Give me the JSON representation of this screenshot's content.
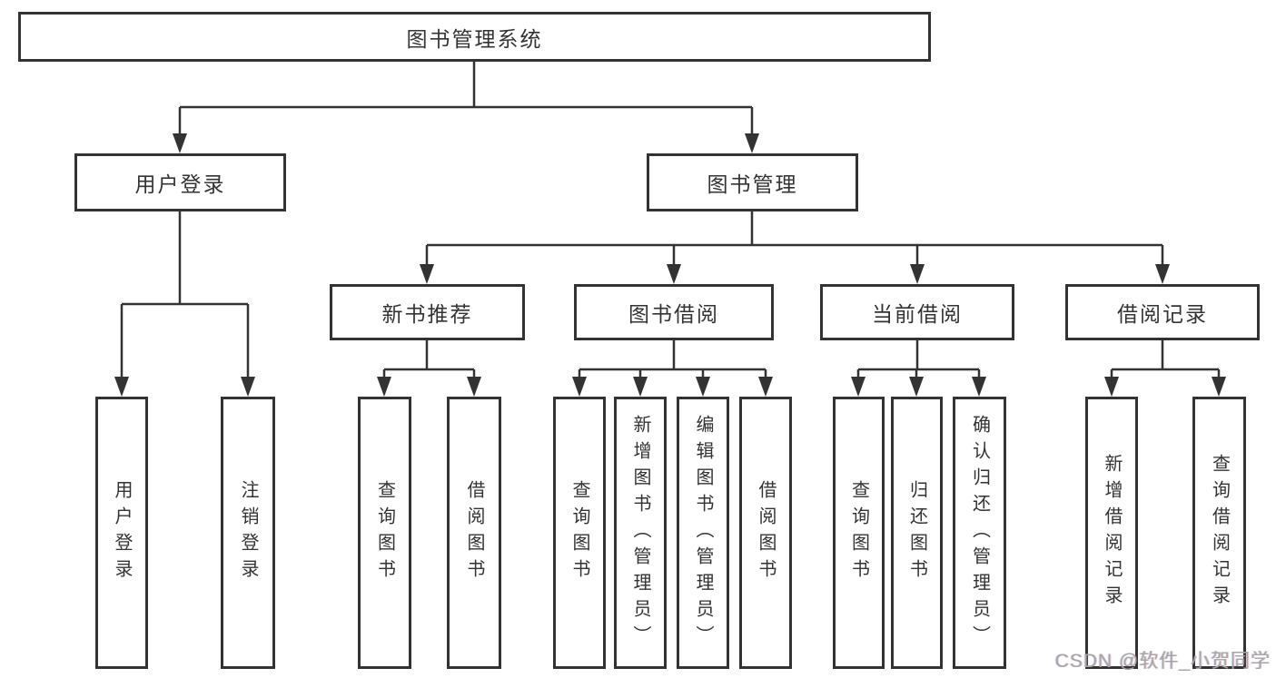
{
  "colors": {
    "line": "#333333",
    "box_border": "#333333",
    "text": "#333333",
    "background": "#ffffff",
    "watermark": "#a6a6a6"
  },
  "watermark": {
    "text": "CSDN @软件_小贺同学"
  },
  "tree": {
    "root": {
      "label": "图书管理系统",
      "children": [
        {
          "label": "用户登录",
          "children": [
            {
              "label": "用户登录"
            },
            {
              "label": "注销登录"
            }
          ]
        },
        {
          "label": "图书管理",
          "children": [
            {
              "label": "新书推荐",
              "children": [
                {
                  "label": "查询图书"
                },
                {
                  "label": "借阅图书"
                }
              ]
            },
            {
              "label": "图书借阅",
              "children": [
                {
                  "label": "查询图书"
                },
                {
                  "label": "新增图书（管理员）"
                },
                {
                  "label": "编辑图书（管理员）"
                },
                {
                  "label": "借阅图书"
                }
              ]
            },
            {
              "label": "当前借阅",
              "children": [
                {
                  "label": "查询图书"
                },
                {
                  "label": "归还图书"
                },
                {
                  "label": "确认归还（管理员）"
                }
              ]
            },
            {
              "label": "借阅记录",
              "children": [
                {
                  "label": "新增借阅记录"
                },
                {
                  "label": "查询借阅记录"
                }
              ]
            }
          ]
        }
      ]
    }
  }
}
